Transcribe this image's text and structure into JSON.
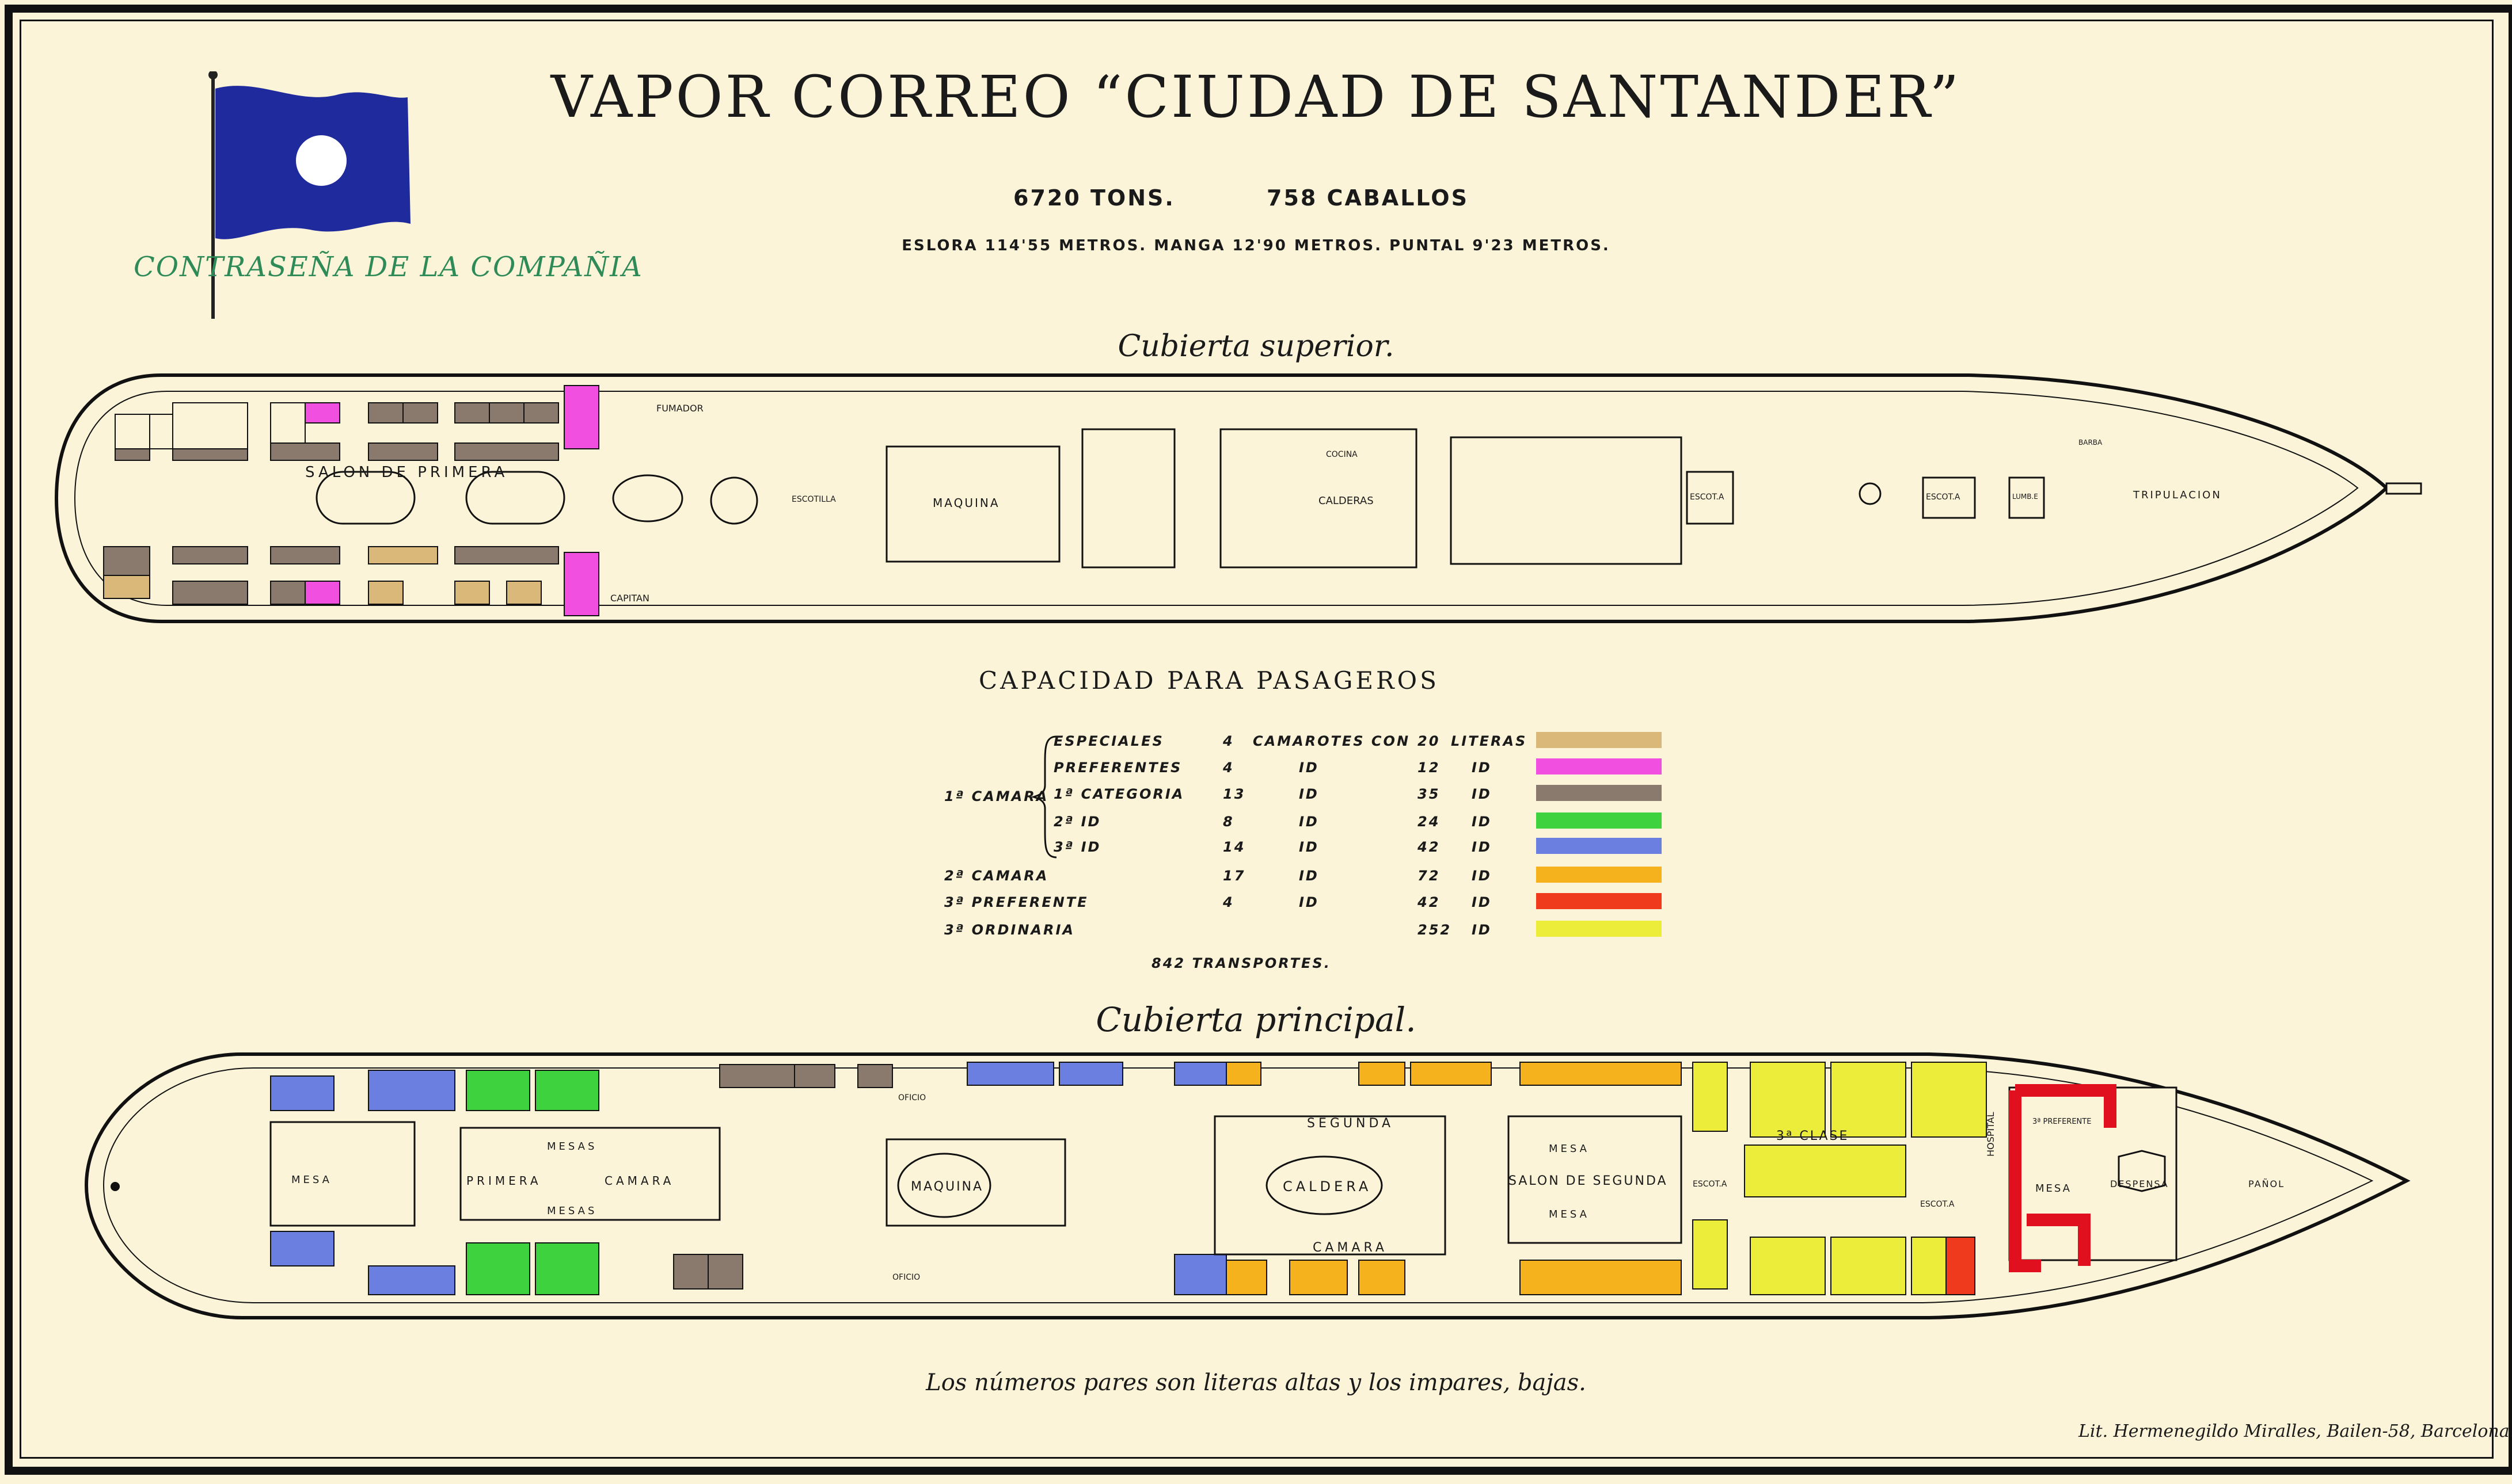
{
  "title": "VAPOR CORREO “CIUDAD DE SANTANDER”",
  "specs": {
    "tons": "6720 TONS.",
    "horsepower": "758 CABALLOS",
    "dimensions": "ESLORA 114'55 METROS.   MANGA 12'90 METROS.   PUNTAL 9'23 METROS."
  },
  "flag_caption": "CONTRASEÑA DE LA COMPAÑIA",
  "colors": {
    "flag_blue": "#1f2a9c",
    "especiales": "#d9b87a",
    "preferentes": "#f04fe0",
    "primera_categoria": "#8a7a6e",
    "segunda": "#3fd23f",
    "tercera": "#6a7fe0",
    "segunda_camara": "#f5b21c",
    "tercera_preferente": "#f03a1e",
    "tercera_ordinaria": "#ecec3a",
    "hospital_red": "#e0101e"
  },
  "upper_deck": {
    "label": "Cubierta superior.",
    "rooms": {
      "salon": "SALON DE PRIMERA",
      "fumador": "FUMADOR",
      "capitan": "CAPITAN",
      "escotilla": "ESCOTILLA",
      "maquina": "MAQUINA",
      "cocina": "COCINA",
      "calderas": "CALDERAS",
      "escotilla2": "ESCOT.A",
      "escotilla3": "ESCOT.A",
      "lumbre": "LUMB.E",
      "tripulacion": "TRIPULACION",
      "barba": "BARBA"
    }
  },
  "capacity": {
    "title": "CAPACIDAD PARA PASAGEROS",
    "group_label": "1ª CAMARA",
    "rows": [
      {
        "category": "ESPECIALES",
        "n": "4",
        "unit": "CAMAROTES CON",
        "berths": "20",
        "unit2": "LITERAS",
        "color": "#d9b87a"
      },
      {
        "category": "PREFERENTES",
        "n": "4",
        "unit": "ID",
        "berths": "12",
        "unit2": "ID",
        "color": "#f04fe0"
      },
      {
        "category": "1ª CATEGORIA",
        "n": "13",
        "unit": "ID",
        "berths": "35",
        "unit2": "ID",
        "color": "#8a7a6e"
      },
      {
        "category": "2ª       ID",
        "n": "8",
        "unit": "ID",
        "berths": "24",
        "unit2": "ID",
        "color": "#3fd23f"
      },
      {
        "category": "3ª       ID",
        "n": "14",
        "unit": "ID",
        "berths": "42",
        "unit2": "ID",
        "color": "#6a7fe0"
      },
      {
        "category": "2ª CAMARA",
        "n": "17",
        "unit": "ID",
        "berths": "72",
        "unit2": "ID",
        "color": "#f5b21c"
      },
      {
        "category": "3ª PREFERENTE",
        "n": "4",
        "unit": "ID",
        "berths": "42",
        "unit2": "ID",
        "color": "#f03a1e"
      },
      {
        "category": "3ª ORDINARIA",
        "n": "",
        "unit": "",
        "berths": "252",
        "unit2": "ID",
        "color": "#ecec3a"
      }
    ],
    "transports": "842 TRANSPORTES."
  },
  "main_deck": {
    "label": "Cubierta principal.",
    "rooms": {
      "mesa1": "MESA",
      "mesas": "MESAS",
      "primera": "PRIMERA",
      "camara": "CAMARA",
      "mesas2": "MESAS",
      "maquina": "MAQUINA",
      "caldera": "CALDERA",
      "segunda": "SEGUNDA",
      "camara2": "CAMARA",
      "salon_segunda": "SALON DE SEGUNDA",
      "mesa2": "MESA",
      "mesa3": "MESA",
      "tercera_clase": "3ª CLASE",
      "escotilla": "ESCOT.A",
      "escotilla2": "ESCOT.A",
      "hospital": "HOSPITAL",
      "tercera_pref": "3ª PREFERENTE",
      "mesa4": "MESA",
      "despensa": "DESPENSA",
      "panol": "PAÑOL",
      "oficio": "OFICIO",
      "oficio2": "OFICIO"
    }
  },
  "note": "Los números pares son literas altas y los impares, bajas.",
  "printer": "Lit. Hermenegildo Miralles, Bailen-58, Barcelona."
}
